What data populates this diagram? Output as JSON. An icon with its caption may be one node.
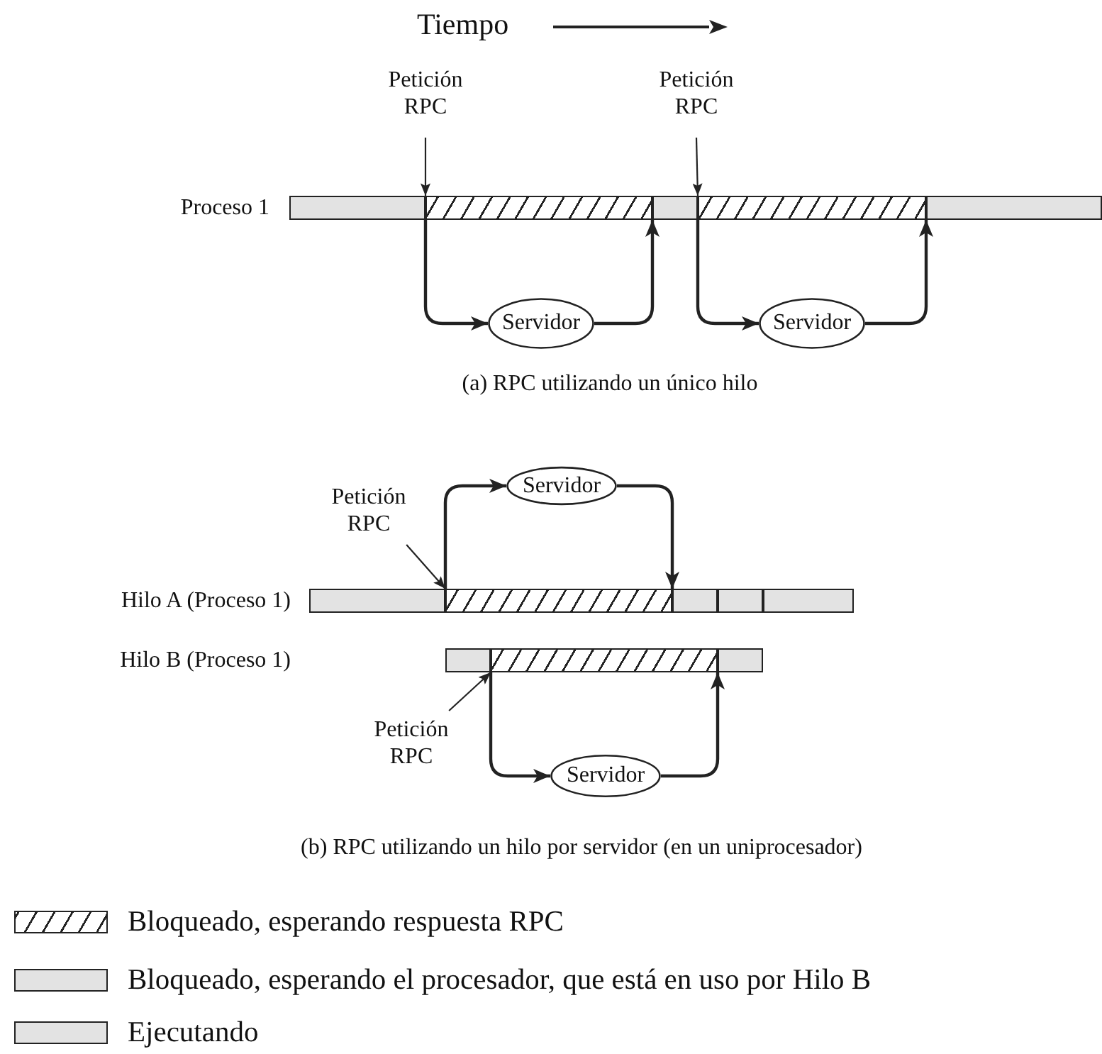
{
  "diagram": {
    "nodes": [
      {
        "text": [
          "Petición RPC"
        ]
      },
      {
        "text": [
          "Petición RPC"
        ]
      },
      {
        "text": [],
        "shape": "bar"
      },
      {
        "text": [],
        "shape": "bar"
      },
      {
        "text": [],
        "shape": "bar"
      },
      {
        "text": [],
        "shape": "bar"
      },
      {
        "text": [],
        "shape": "bar"
      },
      {
        "text": [
          "Servidor"
        ]
      },
      {
        "text": [
          "Servidor"
        ]
      },
      {
        "text": [
          "Servidor"
        ]
      },
      {
        "text": [
          "Petición RPC"
        ]
      },
      {
        "text": [],
        "shape": "bar"
      },
      {
        "text": [],
        "shape": "bar"
      },
      {
        "text": [],
        "shape": "bar"
      },
      {
        "text": [],
        "shape": "bar"
      },
      {
        "text": [],
        "shape": "bar"
      },
      {
        "text": [],
        "shape": "bar"
      },
      {
        "text": [],
        "shape": "bar"
      },
      {
        "text": [],
        "shape": "bar"
      },
      {
        "text": [
          "Petición RPC"
        ]
      },
      {
        "text": [
          "Servidor"
        ]
      }
    ],
    "edges": [
      {
        "from": 0,
        "to": 3,
        "arrow": "to"
      },
      {
        "from": 3,
        "to": 7,
        "arrow": "to"
      },
      {
        "from": 7,
        "to": 4,
        "arrow": "to"
      },
      {
        "from": 1,
        "to": 5,
        "arrow": "to"
      },
      {
        "from": 5,
        "to": 8,
        "arrow": "to"
      },
      {
        "from": 8,
        "to": 6,
        "arrow": "to"
      },
      {
        "from": 10,
        "to": 12,
        "arrow": "to"
      },
      {
        "from": 12,
        "to": 9,
        "arrow": "to"
      },
      {
        "from": 9,
        "to": 13,
        "arrow": "to"
      },
      {
        "from": 19,
        "to": 17,
        "arrow": "to"
      },
      {
        "from": 17,
        "to": 20,
        "arrow": "to"
      },
      {
        "from": 20,
        "to": 18,
        "arrow": "to"
      }
    ],
    "labels": [
      "Tiempo",
      "Proceso 1",
      "(a) RPC utilizando un único hilo",
      "Hilo A (Proceso 1)",
      "Hilo B (Proceso 1)",
      "(b) RPC utilizando un hilo por servidor (en un uniprocesador)"
    ],
    "legend": [
      {
        "text": "Bloqueado, esperando respuesta RPC"
      },
      {
        "text": "Bloqueado, esperando el procesador, que está en uso por Hilo B",
        "color": "#e3e3e3"
      },
      {
        "text": "Ejecutando",
        "color": "#e3e3e3"
      }
    ]
  }
}
